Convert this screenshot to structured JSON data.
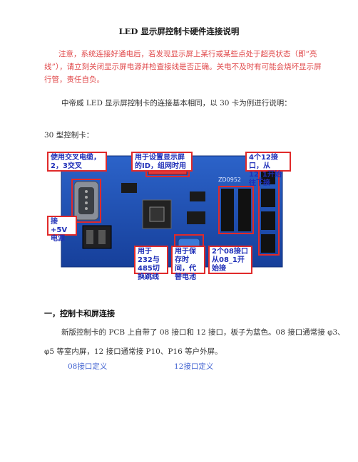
{
  "doc": {
    "title": "LED 显示屏控制卡硬件连接说明",
    "warning_lines": [
      "注意，系统连接好通电后，若发现显示屏上某行或某些点处于超亮状态（即“亮",
      "线”），请立刻关闭显示屏电源并检查接线是否正确。关电不及时有可能会烧坏显示屏",
      "行管，责任自负。"
    ],
    "intro": "中帝威 LED 显示屏控制卡的连接基本相同，以 30 卡为例进行说明：",
    "card_label": "30 型控制卡：",
    "section1_heading": "一，控制卡和屏连接",
    "para_lines": [
      "新版控制卡的 PCB 上自带了 08 接口和 12 接口，板子为蓝色。08 接口通常接 φ3、",
      "φ5 等室内屏，12 接口通常接 P10、P16 等户外屏。"
    ],
    "def08": "08接口定义",
    "def12": "12接口定义"
  },
  "board": {
    "model_mark": "ZD0952",
    "callouts": {
      "cross_cable": "使用交叉电缆，2，3交叉",
      "set_id": "用于设置显示屏的ID，组网时用",
      "ports12": "4个12接口，从12_1开始往下接",
      "power": "接+5V电源",
      "switch232": "用于232与485切换跳线",
      "battery": "用于保存时间，代替电池",
      "ports08": "2个08接口从08_1开始接"
    }
  },
  "colors": {
    "board_blue": "#1d4fb3",
    "callout_border": "#e02a2a",
    "callout_text": "#1f2fb8",
    "warning": "#e0484a"
  }
}
